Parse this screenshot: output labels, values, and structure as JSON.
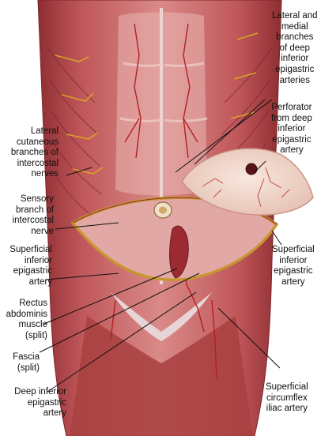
{
  "labels": {
    "deep_branches": "Lateral and\nmedial\nbranches\nof deep\ninferior\nepigastric\narteries",
    "perforator": "Perforator\nfrom deep\ninferior\nepigastric\nartery",
    "cutaneous": "Lateral\ncutaneous\nbranches of\nintercostal\nnerves",
    "sensory": "Sensory\nbranch of\nintercostal\nnerve",
    "sup_left": "Superficial\ninferior\nepigastric\nartery",
    "sup_right": "Superficial\ninferior\nepigastric\nartery",
    "rectus": "Rectus\nabdominis\nmuscle\n(split)",
    "fascia": "Fascia\n(split)",
    "deep_inferior": "Deep inferior\nepigastric\nartery",
    "circumflex": "Superficial\ncircumflex\niliac artery"
  },
  "colors": {
    "muscle": "#c0575a",
    "muscle_dark": "#8e2e32",
    "fascia": "#e7c2c0",
    "flap": "#f1d9cf",
    "nerve": "#d8a327",
    "artery": "#b21f24"
  }
}
